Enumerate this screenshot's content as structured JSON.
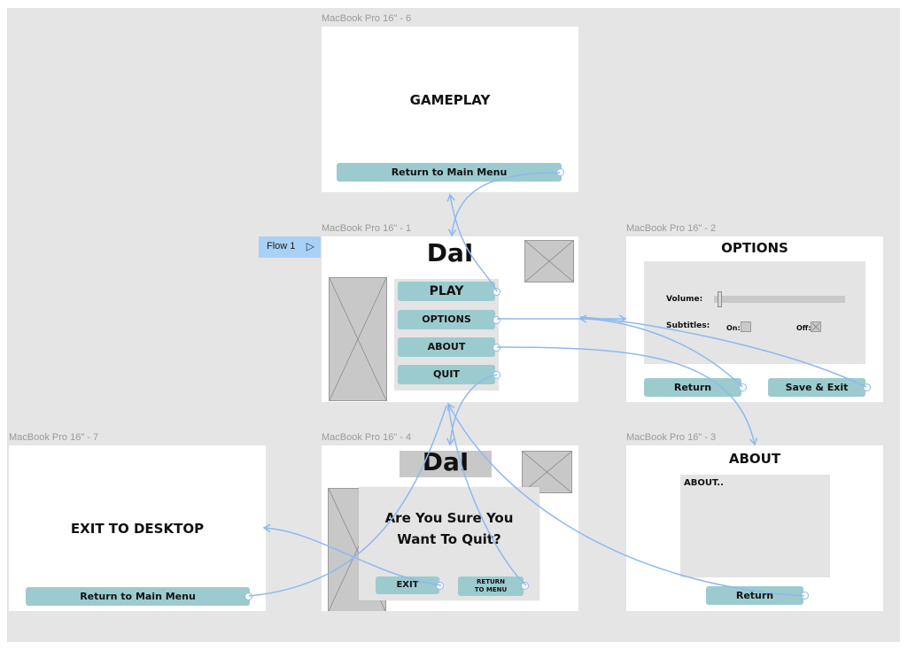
{
  "colors": {
    "canvas": "#e5e5e5",
    "button": "#9ccbcf",
    "wire": "#8fb8ee",
    "placeholder": "#c8c8c8",
    "flow_tag": "#a9d0f5"
  },
  "flow": {
    "label": "Flow 1",
    "icon": "play-triangle-icon"
  },
  "frames": {
    "gameplay": {
      "label": "MacBook Pro 16\" - 6",
      "title": "GAMEPLAY",
      "button": "Return to Main Menu"
    },
    "main_menu": {
      "label": "MacBook Pro 16\" - 1",
      "title": "DaI",
      "buttons": {
        "play": "PLAY",
        "options": "OPTIONS",
        "about": "ABOUT",
        "quit": "QUIT"
      }
    },
    "options": {
      "label": "MacBook Pro 16\" - 2",
      "title": "OPTIONS",
      "volume_label": "Volume:",
      "subtitles_label": "Subtitles:",
      "on_label": "On:",
      "off_label": "Off:",
      "return_button": "Return",
      "save_button": "Save & Exit"
    },
    "exit_desktop": {
      "label": "MacBook Pro 16\" - 7",
      "title": "EXIT TO DESKTOP",
      "button": "Return to Main Menu"
    },
    "quit_confirm": {
      "label": "MacBook Pro 16\" - 4",
      "title": "DaI",
      "question_line1": "Are You Sure You",
      "question_line2": "Want To Quit?",
      "exit_button": "EXIT",
      "return_line1": "RETURN",
      "return_line2": "TO MENU"
    },
    "about": {
      "label": "MacBook Pro 16\" - 3",
      "title": "ABOUT",
      "body": "ABOUT..",
      "return_button": "Return"
    }
  }
}
